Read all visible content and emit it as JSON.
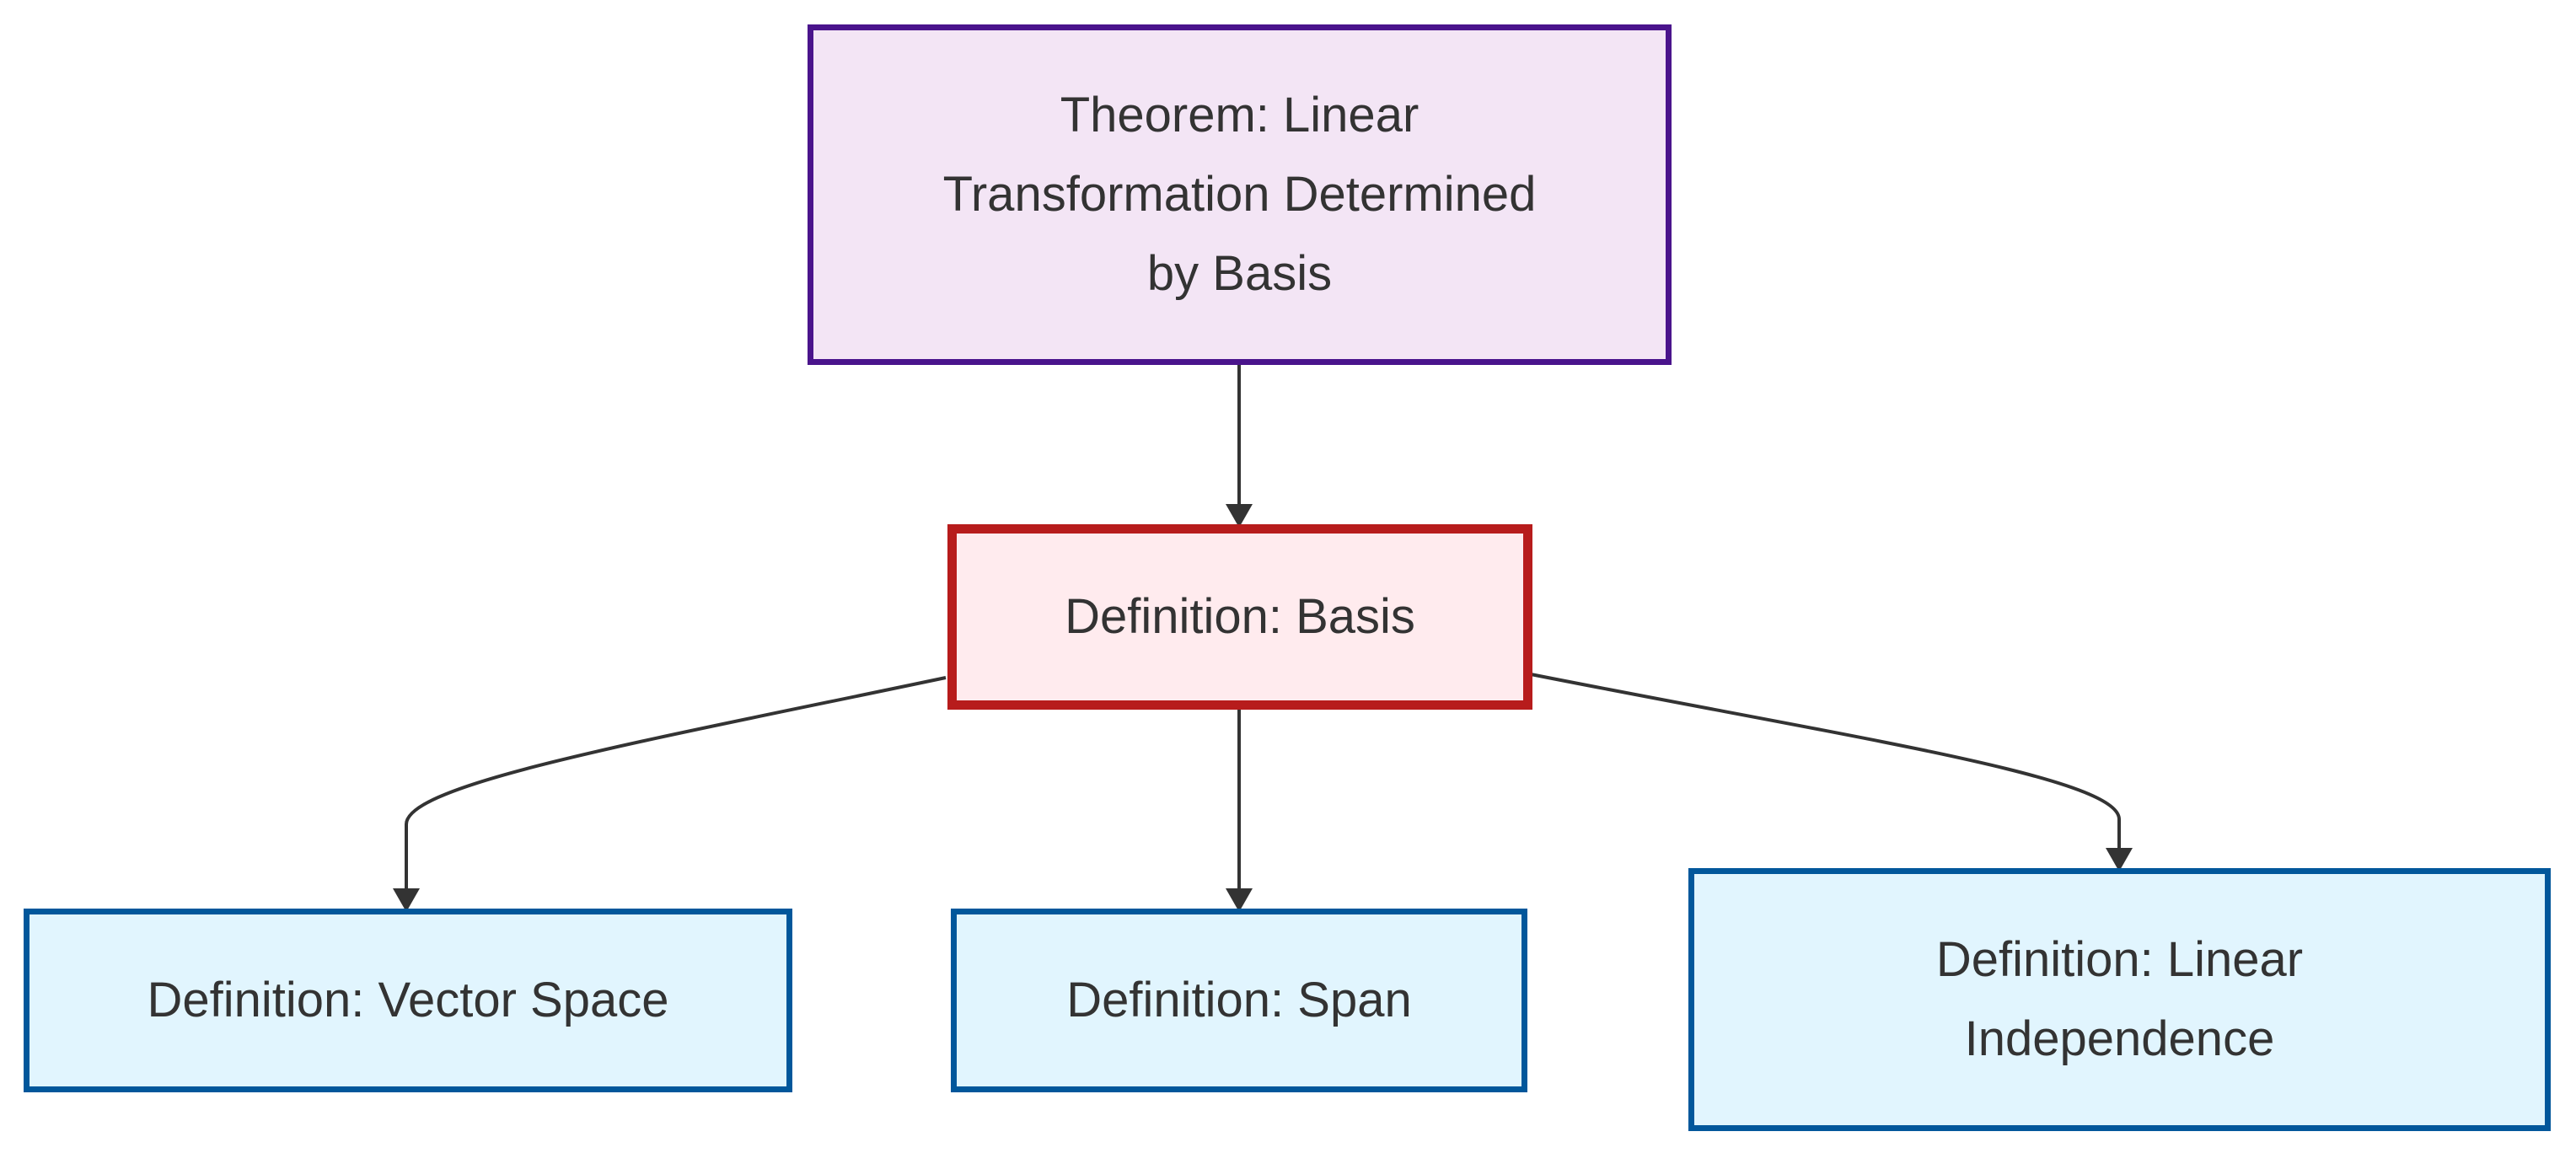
{
  "diagram": {
    "nodes": [
      {
        "id": "theorem",
        "label": "Theorem: Linear\nTransformation Determined\nby Basis",
        "style": "theorem"
      },
      {
        "id": "basis",
        "label": "Definition: Basis",
        "style": "focus"
      },
      {
        "id": "vector_space",
        "label": "Definition: Vector Space",
        "style": "definition"
      },
      {
        "id": "span",
        "label": "Definition: Span",
        "style": "definition"
      },
      {
        "id": "linear_independence",
        "label": "Definition: Linear\nIndependence",
        "style": "definition"
      }
    ],
    "edges": [
      {
        "from": "theorem",
        "to": "basis"
      },
      {
        "from": "basis",
        "to": "vector_space"
      },
      {
        "from": "basis",
        "to": "span"
      },
      {
        "from": "basis",
        "to": "linear_independence"
      }
    ],
    "colors": {
      "theorem_fill": "#f3e5f5",
      "theorem_border": "#4a148c",
      "focus_fill": "#ffebee",
      "focus_border": "#b71c1c",
      "definition_fill": "#e1f5fe",
      "definition_border": "#01579b",
      "edge": "#333333",
      "text": "#333333"
    }
  }
}
